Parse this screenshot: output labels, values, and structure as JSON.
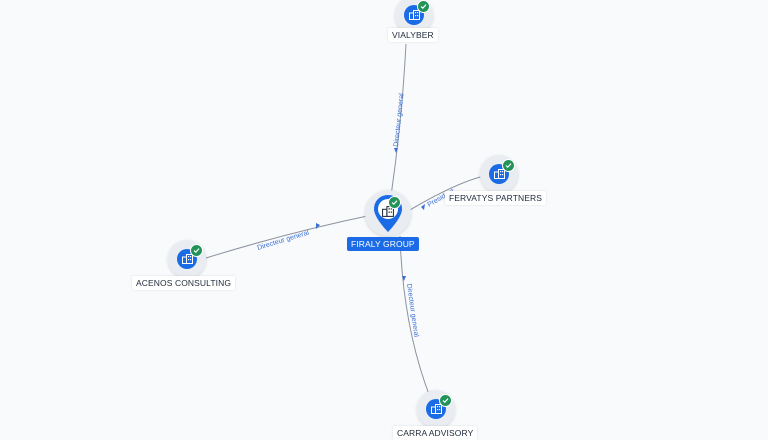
{
  "nodes": {
    "center": {
      "label": "FIRALY GROUP"
    },
    "top": {
      "label": "VIALYBER"
    },
    "right": {
      "label": "FERVATYS PARTNERS"
    },
    "left": {
      "label": "ACENOS CONSULTING"
    },
    "bottom": {
      "label": "CARRA ADVISORY"
    }
  },
  "edges": {
    "top": {
      "label": "Directeur general"
    },
    "right": {
      "label": "President"
    },
    "left": {
      "label": "Directeur general"
    },
    "bottom": {
      "label": "Directeur general"
    }
  },
  "icons": {
    "company": "building-icon",
    "verified": "check-badge-icon"
  },
  "colors": {
    "primary": "#1b6be6",
    "verified": "#23935a",
    "edge": "#8c93a0",
    "edge_label": "#3c6fd6"
  }
}
